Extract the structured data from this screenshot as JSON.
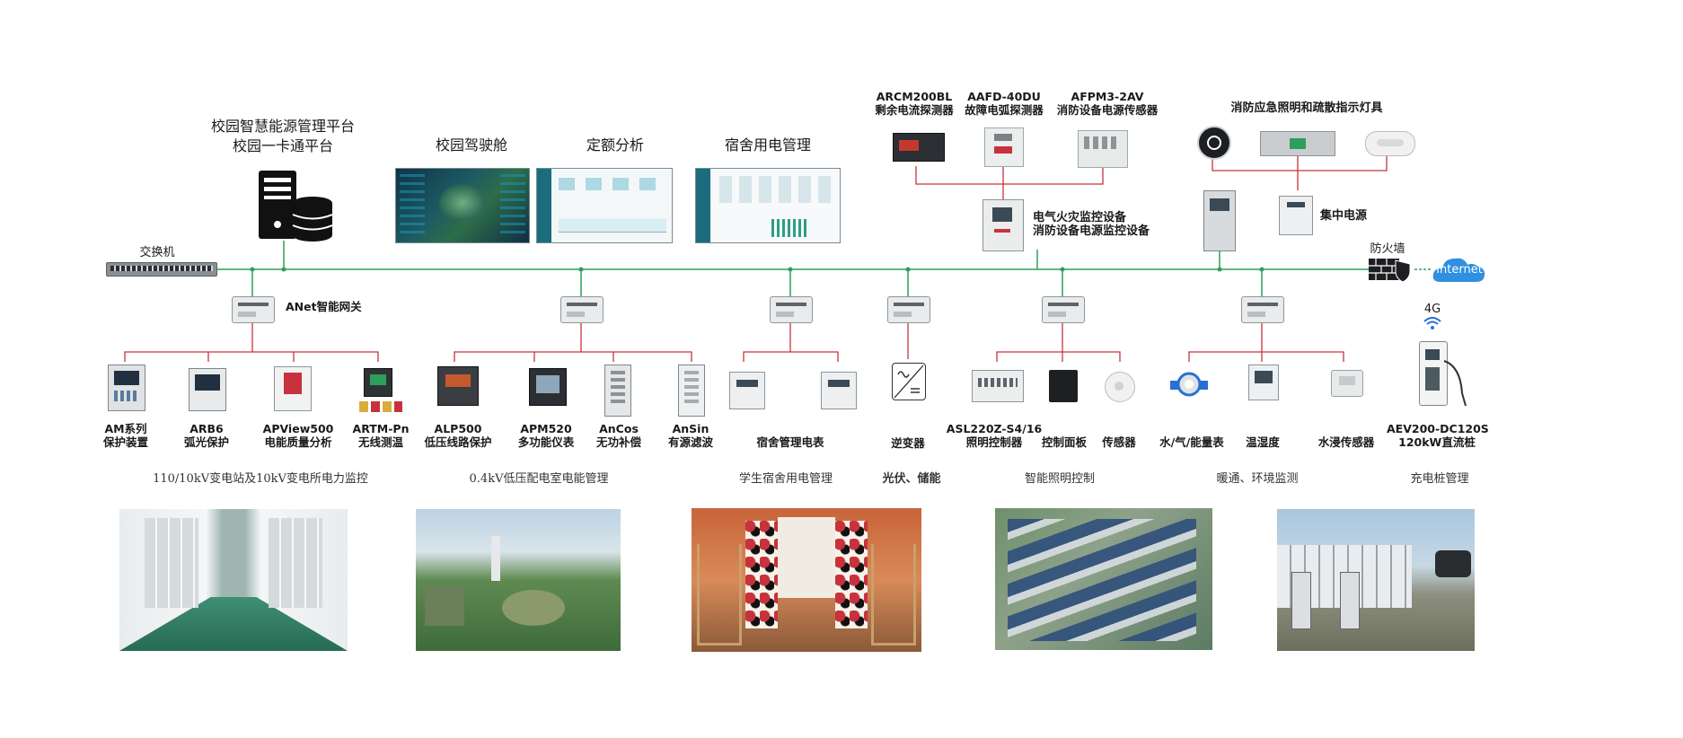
{
  "platform": {
    "line1": "校园智慧能源管理平台",
    "line2": "校园一卡通平台"
  },
  "switch_label": "交换机",
  "apps": [
    {
      "label": "校园驾驶舱"
    },
    {
      "label": "定额分析"
    },
    {
      "label": "宿舍用电管理"
    }
  ],
  "fire_sensors": [
    {
      "model": "ARCM200BL",
      "name": "剩余电流探测器"
    },
    {
      "model": "AAFD-40DU",
      "name": "故障电弧探测器"
    },
    {
      "model": "AFPM3-2AV",
      "name": "消防设备电源传感器"
    }
  ],
  "fire_monitor": {
    "line1": "电气火灾监控设备",
    "line2": "消防设备电源监控设备"
  },
  "emergency_light": {
    "label": "消防应急照明和疏散指示灯具"
  },
  "central_power": "集中电源",
  "firewall": "防火墙",
  "internet": "Internet",
  "signal_4g": "4G",
  "gateway_label": "ANet智能网关",
  "devices": [
    {
      "l1": "AM系列",
      "l2": "保护装置"
    },
    {
      "l1": "ARB6",
      "l2": "弧光保护"
    },
    {
      "l1": "APView500",
      "l2": "电能质量分析"
    },
    {
      "l1": "ARTM-Pn",
      "l2": "无线测温"
    },
    {
      "l1": "ALP500",
      "l2": "低压线路保护"
    },
    {
      "l1": "APM520",
      "l2": "多功能仪表"
    },
    {
      "l1": "AnCos",
      "l2": "无功补偿"
    },
    {
      "l1": "AnSin",
      "l2": "有源滤波"
    },
    {
      "l1": "宿舍管理电表",
      "l2": ""
    },
    {
      "l1": "逆变器",
      "l2": ""
    },
    {
      "l1": "ASL220Z-S4/16",
      "l2": "照明控制器"
    },
    {
      "l1": "控制面板",
      "l2": ""
    },
    {
      "l1": "传感器",
      "l2": ""
    },
    {
      "l1": "水/气/能量表",
      "l2": ""
    },
    {
      "l1": "温湿度",
      "l2": ""
    },
    {
      "l1": "水浸传感器",
      "l2": ""
    },
    {
      "l1": "AEV200-DC120S",
      "l2": "120kW直流桩"
    }
  ],
  "categories": [
    "110/10kV变电站及10kV变电所电力监控",
    "0.4kV低压配电室电能管理",
    "学生宿舍用电管理",
    "光伏、储能",
    "智能照明控制",
    "暖通、环境监测",
    "充电桩管理"
  ],
  "colors": {
    "bus": "#2e9e5b",
    "branch": "#c8323c",
    "accent": "#2a6fd6",
    "internet": "#2f8fe0"
  }
}
